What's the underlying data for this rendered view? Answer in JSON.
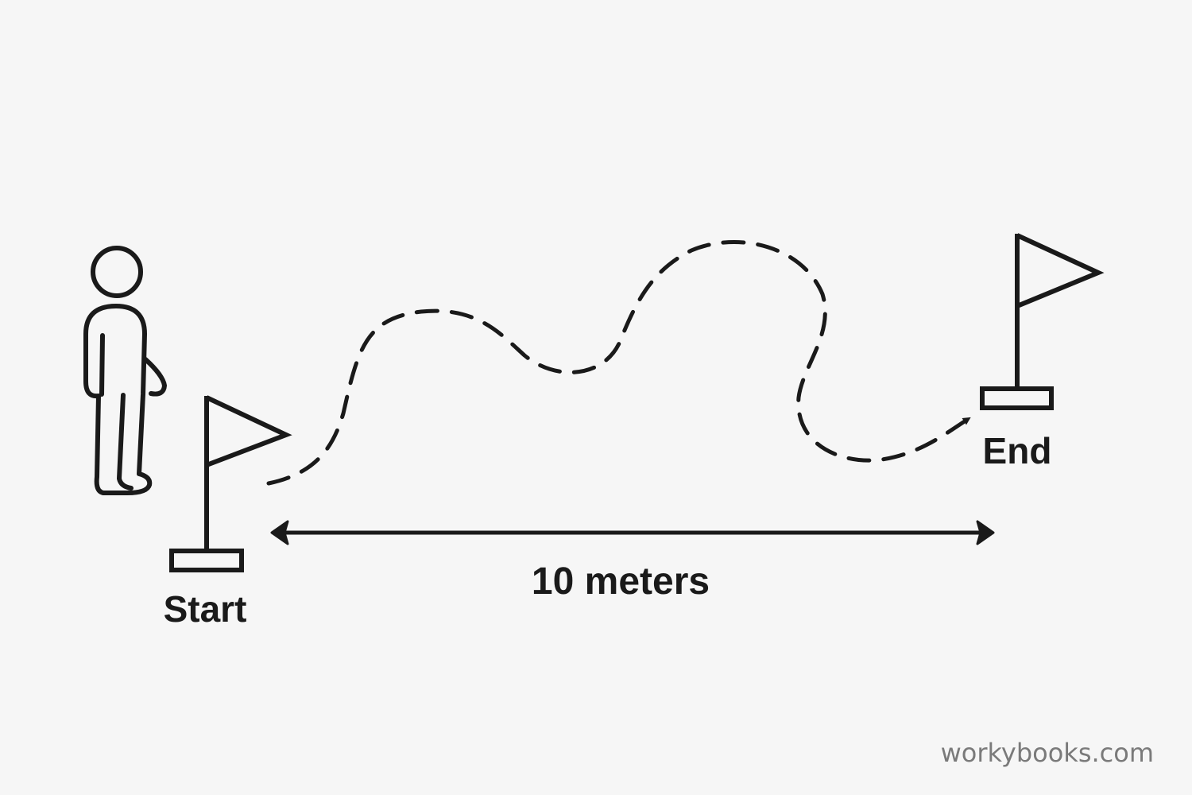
{
  "labels": {
    "start": "Start",
    "end": "End",
    "distance": "10 meters"
  },
  "watermark": "workybooks.com",
  "colors": {
    "background": "#f6f6f6",
    "stroke": "#1a1a1a",
    "watermark": "#7a7a7a"
  }
}
